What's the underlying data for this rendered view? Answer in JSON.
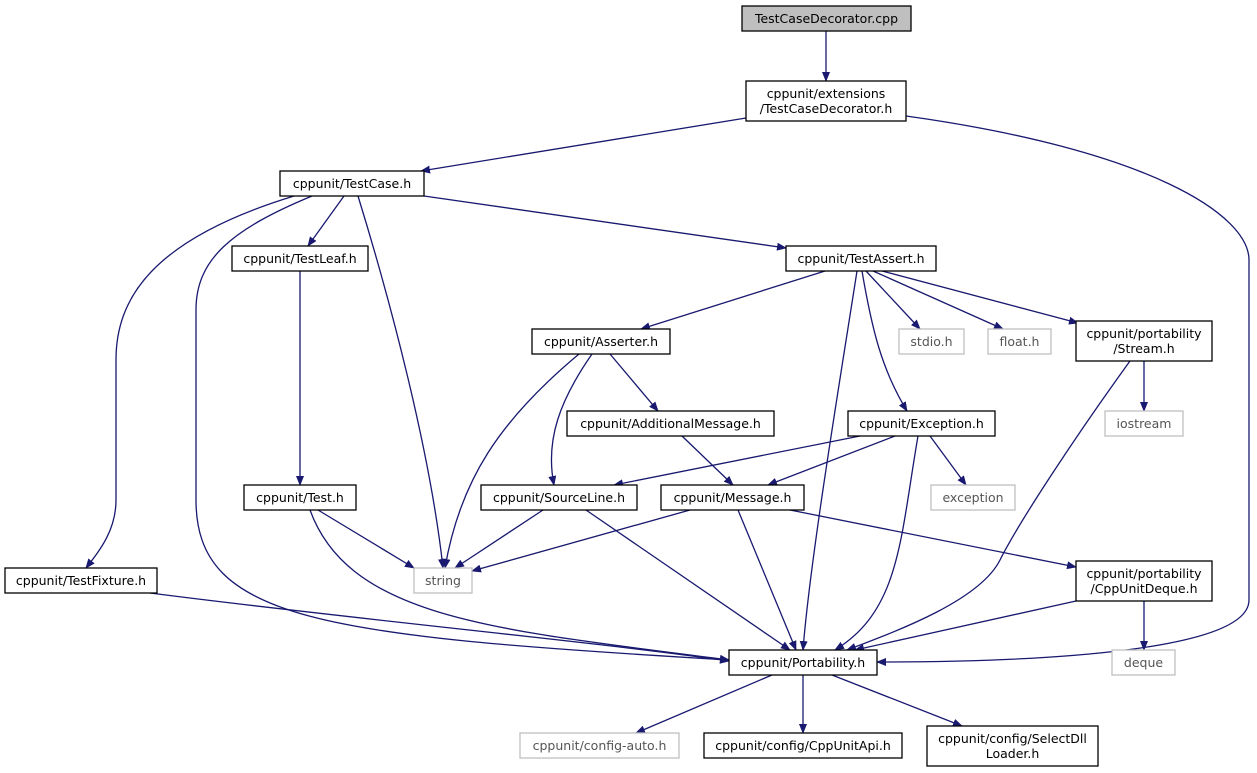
{
  "diagram": {
    "colors": {
      "edge": "#191970",
      "node_border": "#000000",
      "ext_border": "#bfbfbf",
      "ext_text": "#555555",
      "root_fill": "#bfbfbf"
    },
    "nodes": [
      {
        "id": "root",
        "lines": [
          "TestCaseDecorator.cpp"
        ],
        "kind": "root"
      },
      {
        "id": "tcd",
        "lines": [
          "cppunit/extensions",
          "/TestCaseDecorator.h"
        ],
        "kind": "normal"
      },
      {
        "id": "testcase",
        "lines": [
          "cppunit/TestCase.h"
        ],
        "kind": "normal"
      },
      {
        "id": "testleaf",
        "lines": [
          "cppunit/TestLeaf.h"
        ],
        "kind": "normal"
      },
      {
        "id": "testassert",
        "lines": [
          "cppunit/TestAssert.h"
        ],
        "kind": "normal"
      },
      {
        "id": "asserter",
        "lines": [
          "cppunit/Asserter.h"
        ],
        "kind": "normal"
      },
      {
        "id": "stdio",
        "lines": [
          "stdio.h"
        ],
        "kind": "external"
      },
      {
        "id": "float",
        "lines": [
          "float.h"
        ],
        "kind": "external"
      },
      {
        "id": "stream",
        "lines": [
          "cppunit/portability",
          "/Stream.h"
        ],
        "kind": "normal"
      },
      {
        "id": "addmsg",
        "lines": [
          "cppunit/AdditionalMessage.h"
        ],
        "kind": "normal"
      },
      {
        "id": "exception_h",
        "lines": [
          "cppunit/Exception.h"
        ],
        "kind": "normal"
      },
      {
        "id": "iostream",
        "lines": [
          "iostream"
        ],
        "kind": "external"
      },
      {
        "id": "test",
        "lines": [
          "cppunit/Test.h"
        ],
        "kind": "normal"
      },
      {
        "id": "srcline",
        "lines": [
          "cppunit/SourceLine.h"
        ],
        "kind": "normal"
      },
      {
        "id": "message",
        "lines": [
          "cppunit/Message.h"
        ],
        "kind": "normal"
      },
      {
        "id": "exception",
        "lines": [
          "exception"
        ],
        "kind": "external"
      },
      {
        "id": "fixture",
        "lines": [
          "cppunit/TestFixture.h"
        ],
        "kind": "normal"
      },
      {
        "id": "string",
        "lines": [
          "string"
        ],
        "kind": "external"
      },
      {
        "id": "deque_h",
        "lines": [
          "cppunit/portability",
          "/CppUnitDeque.h"
        ],
        "kind": "normal"
      },
      {
        "id": "portability",
        "lines": [
          "cppunit/Portability.h"
        ],
        "kind": "normal"
      },
      {
        "id": "deque",
        "lines": [
          "deque"
        ],
        "kind": "external"
      },
      {
        "id": "configauto",
        "lines": [
          "cppunit/config-auto.h"
        ],
        "kind": "external"
      },
      {
        "id": "cppunitapi",
        "lines": [
          "cppunit/config/CppUnitApi.h"
        ],
        "kind": "normal"
      },
      {
        "id": "selectdll",
        "lines": [
          "cppunit/config/SelectDll",
          "Loader.h"
        ],
        "kind": "normal"
      }
    ],
    "edges": [
      {
        "from": "root",
        "to": "tcd"
      },
      {
        "from": "tcd",
        "to": "testcase"
      },
      {
        "from": "tcd",
        "to": "portability"
      },
      {
        "from": "testcase",
        "to": "testleaf"
      },
      {
        "from": "testcase",
        "to": "testassert"
      },
      {
        "from": "testcase",
        "to": "fixture"
      },
      {
        "from": "testcase",
        "to": "portability"
      },
      {
        "from": "testcase",
        "to": "string"
      },
      {
        "from": "testleaf",
        "to": "test"
      },
      {
        "from": "testassert",
        "to": "asserter"
      },
      {
        "from": "testassert",
        "to": "stdio"
      },
      {
        "from": "testassert",
        "to": "float"
      },
      {
        "from": "testassert",
        "to": "stream"
      },
      {
        "from": "testassert",
        "to": "exception_h"
      },
      {
        "from": "testassert",
        "to": "portability"
      },
      {
        "from": "asserter",
        "to": "addmsg"
      },
      {
        "from": "asserter",
        "to": "srcline"
      },
      {
        "from": "asserter",
        "to": "string"
      },
      {
        "from": "addmsg",
        "to": "message"
      },
      {
        "from": "exception_h",
        "to": "srcline"
      },
      {
        "from": "exception_h",
        "to": "message"
      },
      {
        "from": "exception_h",
        "to": "exception"
      },
      {
        "from": "exception_h",
        "to": "portability"
      },
      {
        "from": "stream",
        "to": "iostream"
      },
      {
        "from": "stream",
        "to": "portability"
      },
      {
        "from": "test",
        "to": "string"
      },
      {
        "from": "test",
        "to": "portability"
      },
      {
        "from": "srcline",
        "to": "string"
      },
      {
        "from": "srcline",
        "to": "portability"
      },
      {
        "from": "message",
        "to": "string"
      },
      {
        "from": "message",
        "to": "deque_h"
      },
      {
        "from": "message",
        "to": "portability"
      },
      {
        "from": "fixture",
        "to": "portability"
      },
      {
        "from": "deque_h",
        "to": "deque"
      },
      {
        "from": "deque_h",
        "to": "portability"
      },
      {
        "from": "portability",
        "to": "configauto"
      },
      {
        "from": "portability",
        "to": "cppunitapi"
      },
      {
        "from": "portability",
        "to": "selectdll"
      }
    ]
  }
}
